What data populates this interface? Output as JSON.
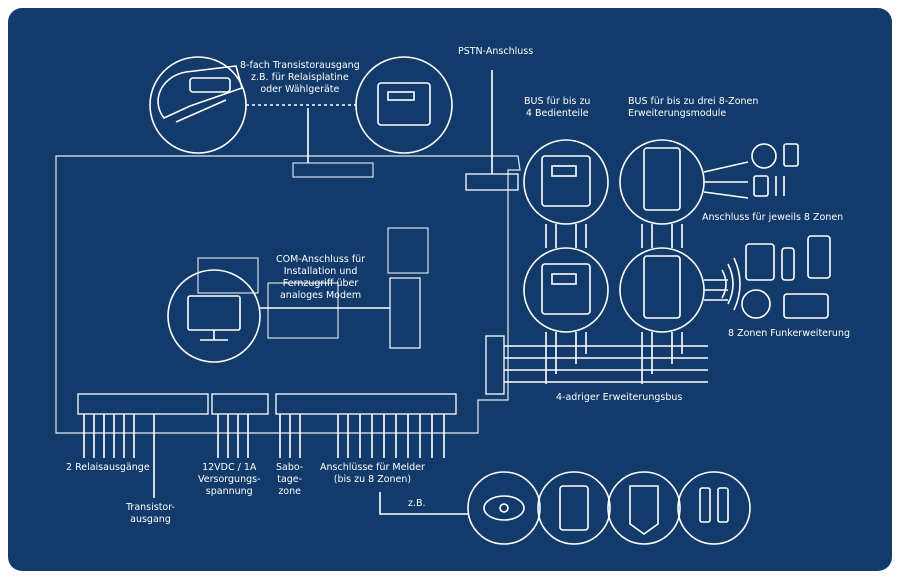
{
  "labels": {
    "transistor_out": "8-fach Transistorausgang\nz.B. für Relaisplatine\noder Wählgeräte",
    "pstn": "PSTN-Anschluss",
    "bus_bedienteile": "BUS für bis zu\n4 Bedienteile",
    "bus_erweiterung": "BUS für bis zu drei 8-Zonen\nErweiterungsmodule",
    "anschluss_zonen": "Anschluss für jeweils 8 Zonen",
    "com": "COM-Anschluss für\nInstallation und\nFernzugriff über\nanaloges Modem",
    "funk": "8 Zonen Funkerweiterung",
    "erweiterungsbus": "4-adriger Erweiterungsbus",
    "relais": "2 Relaisausgänge",
    "transistor_single": "Transistor-\nausgang",
    "versorgung": "12VDC / 1A\nVersorgungs-\nspannung",
    "sabotage": "Sabo-\ntage-\nzone",
    "melder": "Anschlüsse für Melder\n(bis zu 8 Zonen)",
    "zb": "z.B."
  },
  "colors": {
    "background": "#123a6b",
    "lines": "#ffffff"
  },
  "icons": [
    "relay-board-icon",
    "dialer-icon",
    "monitor-icon",
    "keypad-icon",
    "expansion-module-icon",
    "smoke-detector-icon",
    "glassbreak-sensor-icon",
    "pir-sensor-icon",
    "door-contact-icon",
    "tablet-icon",
    "remote-icon",
    "wireless-siren-icon",
    "wireless-button-icon",
    "wireless-pir-icon",
    "radio-waves-icon"
  ]
}
